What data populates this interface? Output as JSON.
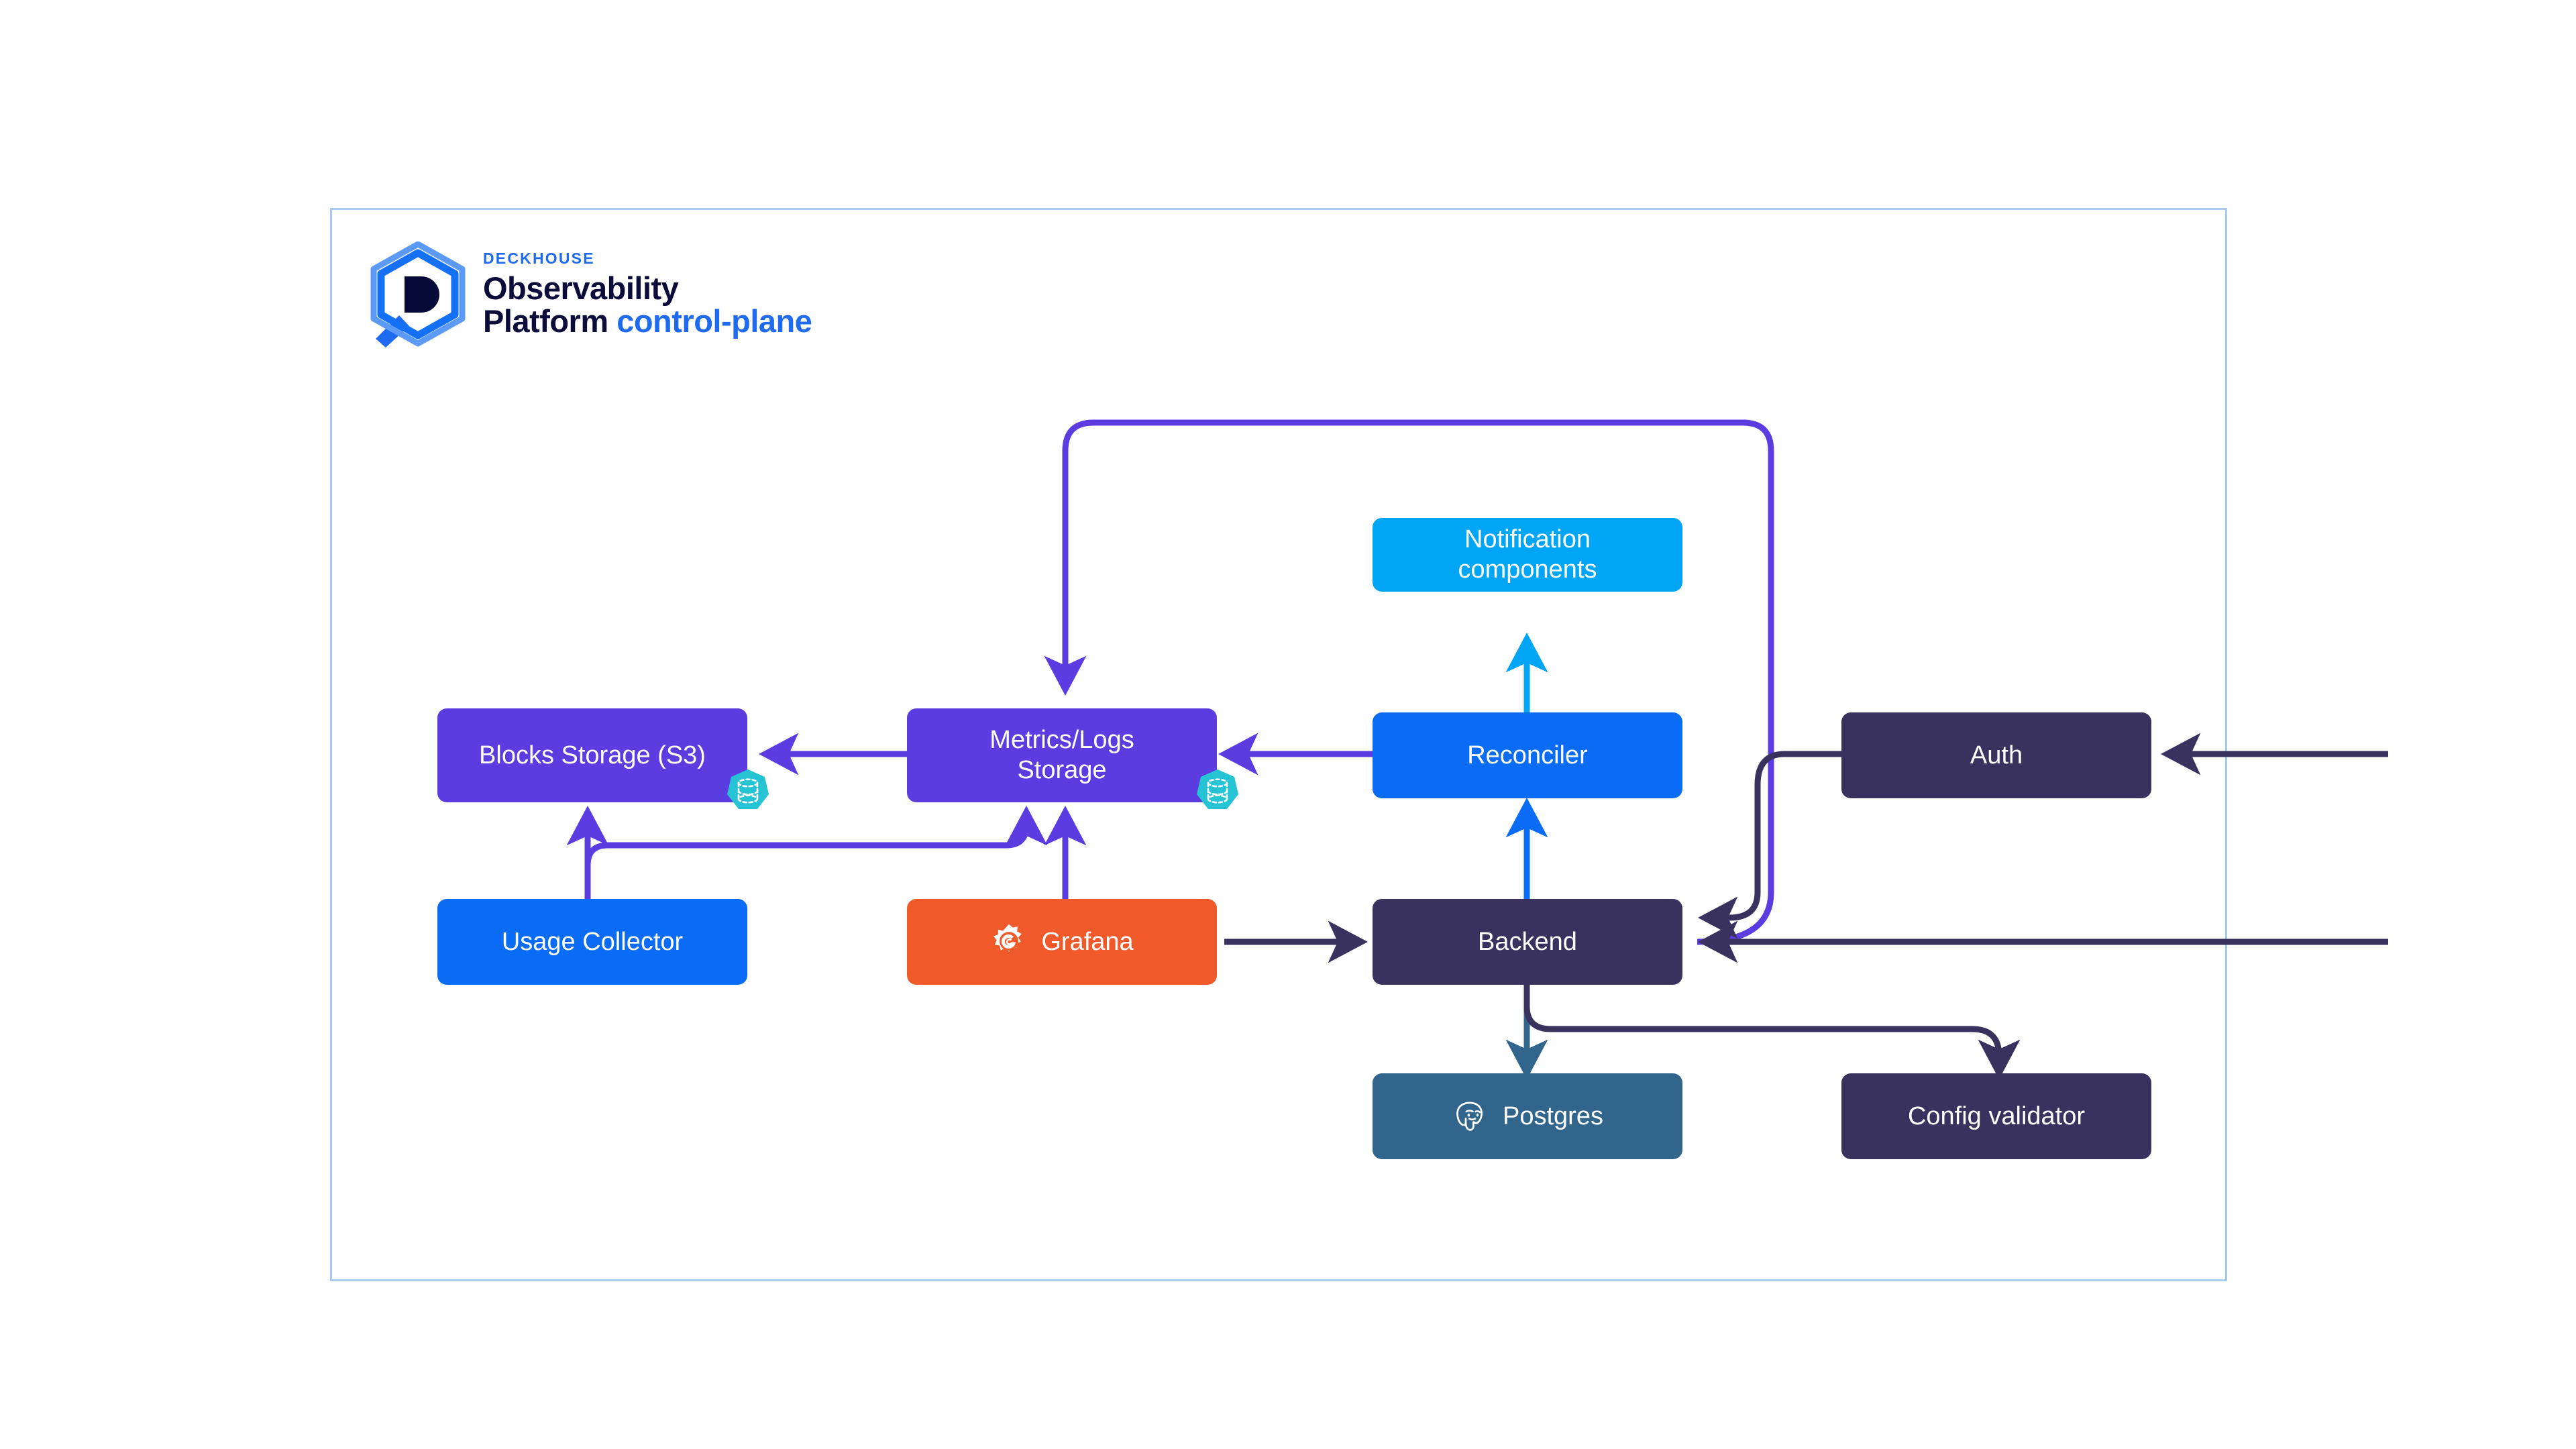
{
  "brand": {
    "eyebrow": "DECKHOUSE",
    "line1": "Observability",
    "line2": "Platform",
    "accent": "control-plane",
    "logo_icon": "deckhouse-hexagon-logo",
    "eyebrow_color": "#1E6BF1",
    "text_color": "#0B0C3A",
    "accent_color": "#1E6BF1"
  },
  "frame": {
    "name": "control-plane-boundary",
    "border_color": "#A8CBF2"
  },
  "palette": {
    "purple": "#5B3CE0",
    "blue": "#0A6BF5",
    "light_blue": "#00A6F5",
    "orange": "#F05A2A",
    "dark_navy": "#3A325E",
    "steel_blue": "#31658C",
    "teal": "#25C3D4",
    "wire_purple": "#5B3CE0",
    "wire_blue": "#0A6BF5",
    "wire_light_blue": "#00A6F5",
    "wire_navy": "#3A325E",
    "wire_steel": "#31658C"
  },
  "nodes": [
    {
      "id": "blocks-storage",
      "label": "Blocks Storage (S3)",
      "color": "#5B3CE0",
      "icon": null,
      "has_pv_badge": true
    },
    {
      "id": "metrics-logs-storage",
      "label": "Metrics/Logs\nStorage",
      "color": "#5B3CE0",
      "icon": null,
      "has_pv_badge": true
    },
    {
      "id": "notification-components",
      "label": "Notification\ncomponents",
      "color": "#00A6F5",
      "icon": null,
      "has_pv_badge": false
    },
    {
      "id": "reconciler",
      "label": "Reconciler",
      "color": "#0A6BF5",
      "icon": null,
      "has_pv_badge": false
    },
    {
      "id": "auth",
      "label": "Auth",
      "color": "#3A325E",
      "icon": null,
      "has_pv_badge": false
    },
    {
      "id": "usage-collector",
      "label": "Usage Collector",
      "color": "#0A6BF5",
      "icon": null,
      "has_pv_badge": false
    },
    {
      "id": "grafana",
      "label": "Grafana",
      "color": "#F05A2A",
      "icon": "grafana-logo-icon",
      "has_pv_badge": false
    },
    {
      "id": "backend",
      "label": "Backend",
      "color": "#3A325E",
      "icon": null,
      "has_pv_badge": false
    },
    {
      "id": "postgres",
      "label": "Postgres",
      "color": "#31658C",
      "icon": "postgres-elephant-icon",
      "has_pv_badge": false
    },
    {
      "id": "config-validator",
      "label": "Config validator",
      "color": "#3A325E",
      "icon": null,
      "has_pv_badge": false
    }
  ],
  "edges": [
    {
      "from": "metrics-logs-storage",
      "to": "blocks-storage",
      "color": "#5B3CE0"
    },
    {
      "from": "reconciler",
      "to": "metrics-logs-storage",
      "color": "#5B3CE0"
    },
    {
      "from": "reconciler",
      "to": "notification-components",
      "color": "#00A6F5"
    },
    {
      "from": "backend",
      "to": "reconciler",
      "color": "#0A6BF5"
    },
    {
      "from": "usage-collector",
      "to": "blocks-storage",
      "color": "#5B3CE0"
    },
    {
      "from": "usage-collector",
      "to": "metrics-logs-storage",
      "color": "#5B3CE0"
    },
    {
      "from": "grafana",
      "to": "metrics-logs-storage",
      "color": "#5B3CE0"
    },
    {
      "from": "grafana",
      "to": "backend",
      "color": "#3A325E"
    },
    {
      "from": "backend",
      "to": "metrics-logs-storage",
      "color": "#5B3CE0"
    },
    {
      "from": "auth",
      "to": "backend",
      "color": "#3A325E"
    },
    {
      "from": "backend",
      "to": "postgres",
      "color": "#31658C"
    },
    {
      "from": "backend",
      "to": "config-validator",
      "color": "#3A325E"
    },
    {
      "from": "external",
      "to": "auth",
      "color": "#3A325E"
    },
    {
      "from": "external",
      "to": "backend",
      "color": "#3A325E"
    }
  ],
  "pv_badge": {
    "name": "persistent-volume-badge",
    "icon": "database-cylinder-icon",
    "color": "#25C3D4"
  }
}
